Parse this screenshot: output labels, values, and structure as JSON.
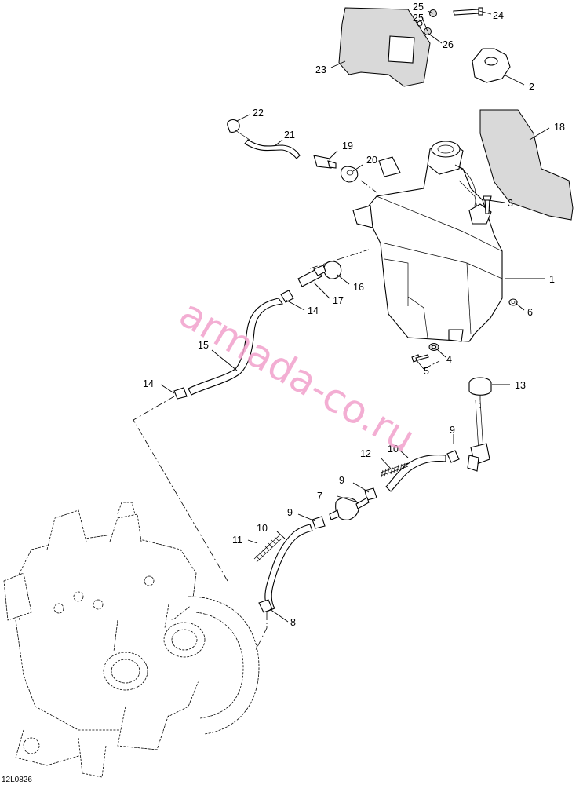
{
  "diagram": {
    "drawing_code": "12L0826",
    "watermark": "armada-co.ru",
    "callouts": [
      "1",
      "2",
      "3",
      "4",
      "5",
      "6",
      "7",
      "8",
      "9",
      "9",
      "9",
      "10",
      "10",
      "11",
      "12",
      "13",
      "14",
      "14",
      "15",
      "16",
      "17",
      "18",
      "19",
      "20",
      "21",
      "22",
      "23",
      "24",
      "25",
      "25",
      "26"
    ]
  }
}
